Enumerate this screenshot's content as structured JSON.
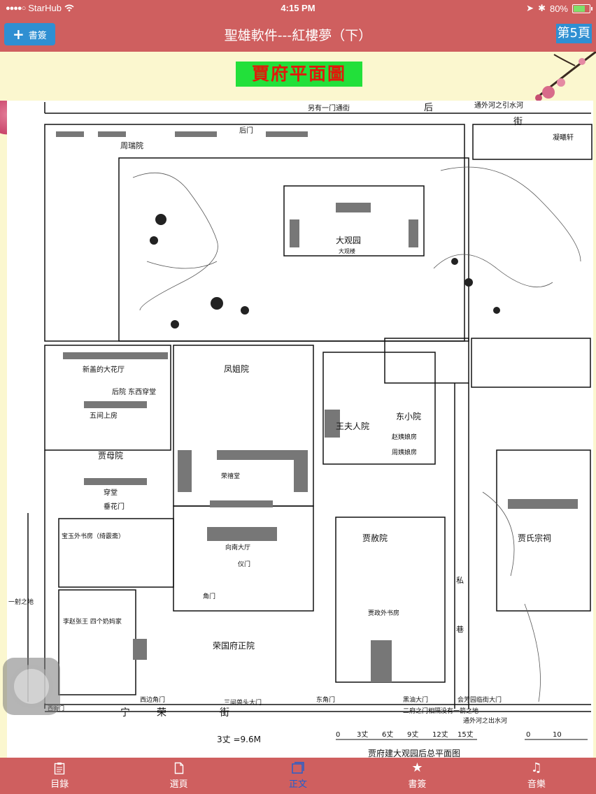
{
  "status": {
    "carrier": "StarHub",
    "time": "4:15 PM",
    "battery": "80%",
    "battery_level": 0.8
  },
  "nav": {
    "bookmark_label": "書簽",
    "title": "聖雄軟件---紅樓夢（下）",
    "page_label": "第5頁"
  },
  "content": {
    "heading": "賈府平面圖",
    "map": {
      "labels": {
        "top_street": "另有一门通街",
        "hou": "后",
        "jie_top": "街",
        "river_top": "通外河之引水河",
        "ningxi": "凝曦轩",
        "zhourui": "周瑞院",
        "houmen": "后门",
        "daguanyuan": "大观园",
        "daguanlou": "大观楼",
        "fengjie": "凤姐院",
        "xinsheng": "新盖的大花厅",
        "houyuan": "后院 东西穿堂",
        "wujian": "五间上房",
        "jiamu": "贾母院",
        "chuantang": "穿堂",
        "chuihua": "垂花门",
        "wangfuren": "王夫人院",
        "dongxiao": "东小院",
        "zhaoyi": "赵姨娘房",
        "zhouyi": "周姨娘房",
        "rongxi": "荣禧堂",
        "xiangyang": "向南大厅",
        "yimen": "仪门",
        "jiaomen": "角门",
        "rongguo": "荣国府正院",
        "jiashe": "贾赦院",
        "jiazheng": "贾政外书房",
        "si": "私",
        "xiang": "巷",
        "jiashi": "贾氏宗祠",
        "baoyu": "宝玉外书房（绮霰斋）",
        "lizhao": "李赵张王 四个奶妈家",
        "ning": "宁",
        "rong": "荣",
        "jie_bottom": "街",
        "sanjian": "三间兽头大门",
        "xijiao": "西边角门",
        "dongjiao": "东角门",
        "heiyou": "黑油大门",
        "huifang": "会芳园临街大门",
        "ximen": "西街门",
        "ershi": "一射之地",
        "erfu": "二府之门相隔没有一箭之地",
        "river_bottom": "通外河之出水河",
        "scale": "3丈 =9.6M",
        "scale_ticks": [
          "0",
          "3丈",
          "6丈",
          "9丈",
          "12丈",
          "15丈"
        ],
        "scale2": [
          "0",
          "10"
        ],
        "caption": "贾府建大观园后总平面图"
      }
    }
  },
  "tabs": [
    {
      "label": "目錄",
      "icon": "clipboard-icon"
    },
    {
      "label": "選頁",
      "icon": "page-icon"
    },
    {
      "label": "正文",
      "icon": "pages-icon"
    },
    {
      "label": "書簽",
      "icon": "star-icon"
    },
    {
      "label": "音樂",
      "icon": "music-note-icon"
    }
  ],
  "colors": {
    "bar": "#cf5f5f",
    "accent_blue": "#2f8fd2",
    "active_tab": "#1d5fd1",
    "heading_bg": "#22e03a",
    "heading_text": "#e01a0a",
    "background": "#fbf7cf"
  }
}
